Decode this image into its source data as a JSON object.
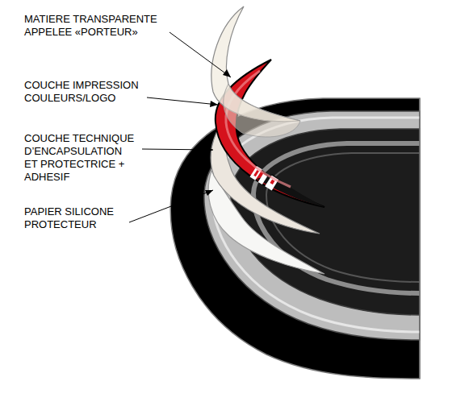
{
  "diagram": {
    "labels": [
      "MATIERE TRANSPARENTE APPELEE «PORTEUR»",
      "COUCHE IMPRESSION COULEURS/LOGO",
      "COUCHE TECHNIQUE D’ENCAPSULATION ET PROTECTRICE + ADHESIF",
      "PAPIER SILICONE PROTECTEUR"
    ]
  }
}
